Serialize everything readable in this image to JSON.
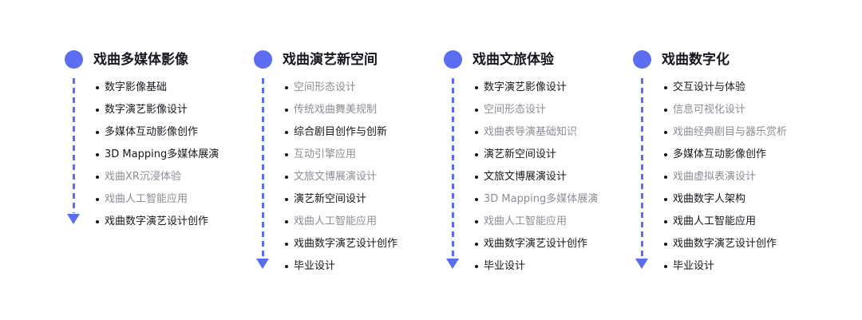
{
  "columns": [
    {
      "title": "戏曲多媒体影像",
      "items": [
        {
          "text": "数字影像基础",
          "shade": "dark"
        },
        {
          "text": "数字演艺影像设计",
          "shade": "dark"
        },
        {
          "text": "多媒体互动影像创作",
          "shade": "dark"
        },
        {
          "text": "3D Mapping多媒体展演",
          "shade": "dark"
        },
        {
          "text": "戏曲XR沉浸体验",
          "shade": "gray"
        },
        {
          "text": "戏曲人工智能应用",
          "shade": "gray"
        },
        {
          "text": "戏曲数字演艺设计创作",
          "shade": "dark"
        }
      ]
    },
    {
      "title": "戏曲演艺新空间",
      "items": [
        {
          "text": "空间形态设计",
          "shade": "gray"
        },
        {
          "text": "传统戏曲舞美规制",
          "shade": "gray"
        },
        {
          "text": "综合剧目创作与创新",
          "shade": "dark"
        },
        {
          "text": "互动引擎应用",
          "shade": "gray"
        },
        {
          "text": "文旅文博展演设计",
          "shade": "gray"
        },
        {
          "text": "演艺新空间设计",
          "shade": "dark"
        },
        {
          "text": "戏曲人工智能应用",
          "shade": "gray"
        },
        {
          "text": "戏曲数字演艺设计创作",
          "shade": "dark"
        },
        {
          "text": "毕业设计",
          "shade": "dark"
        }
      ]
    },
    {
      "title": "戏曲文旅体验",
      "items": [
        {
          "text": "数字演艺影像设计",
          "shade": "dark"
        },
        {
          "text": "空间形态设计",
          "shade": "gray"
        },
        {
          "text": "戏曲表导演基础知识",
          "shade": "gray"
        },
        {
          "text": "演艺新空间设计",
          "shade": "dark"
        },
        {
          "text": "文旅文博展演设计",
          "shade": "dark"
        },
        {
          "text": "3D Mapping多媒体展演",
          "shade": "gray"
        },
        {
          "text": "戏曲人工智能应用",
          "shade": "gray"
        },
        {
          "text": "戏曲数字演艺设计创作",
          "shade": "dark"
        },
        {
          "text": "毕业设计",
          "shade": "dark"
        }
      ]
    },
    {
      "title": "戏曲数字化",
      "items": [
        {
          "text": "交互设计与体验",
          "shade": "dark"
        },
        {
          "text": "信息可视化设计",
          "shade": "gray"
        },
        {
          "text": "戏曲经典剧目与器乐赏析",
          "shade": "gray"
        },
        {
          "text": "多媒体互动影像创作",
          "shade": "dark"
        },
        {
          "text": "戏曲虚拟表演设计",
          "shade": "gray"
        },
        {
          "text": "戏曲数字人架构",
          "shade": "dark"
        },
        {
          "text": "戏曲人工智能应用",
          "shade": "dark"
        },
        {
          "text": "戏曲数字演艺设计创作",
          "shade": "dark"
        },
        {
          "text": "毕业设计",
          "shade": "dark"
        }
      ]
    }
  ],
  "colors": {
    "accent": "#5b6df0",
    "text_dark": "#15171f",
    "text_gray": "#8a8d96"
  }
}
